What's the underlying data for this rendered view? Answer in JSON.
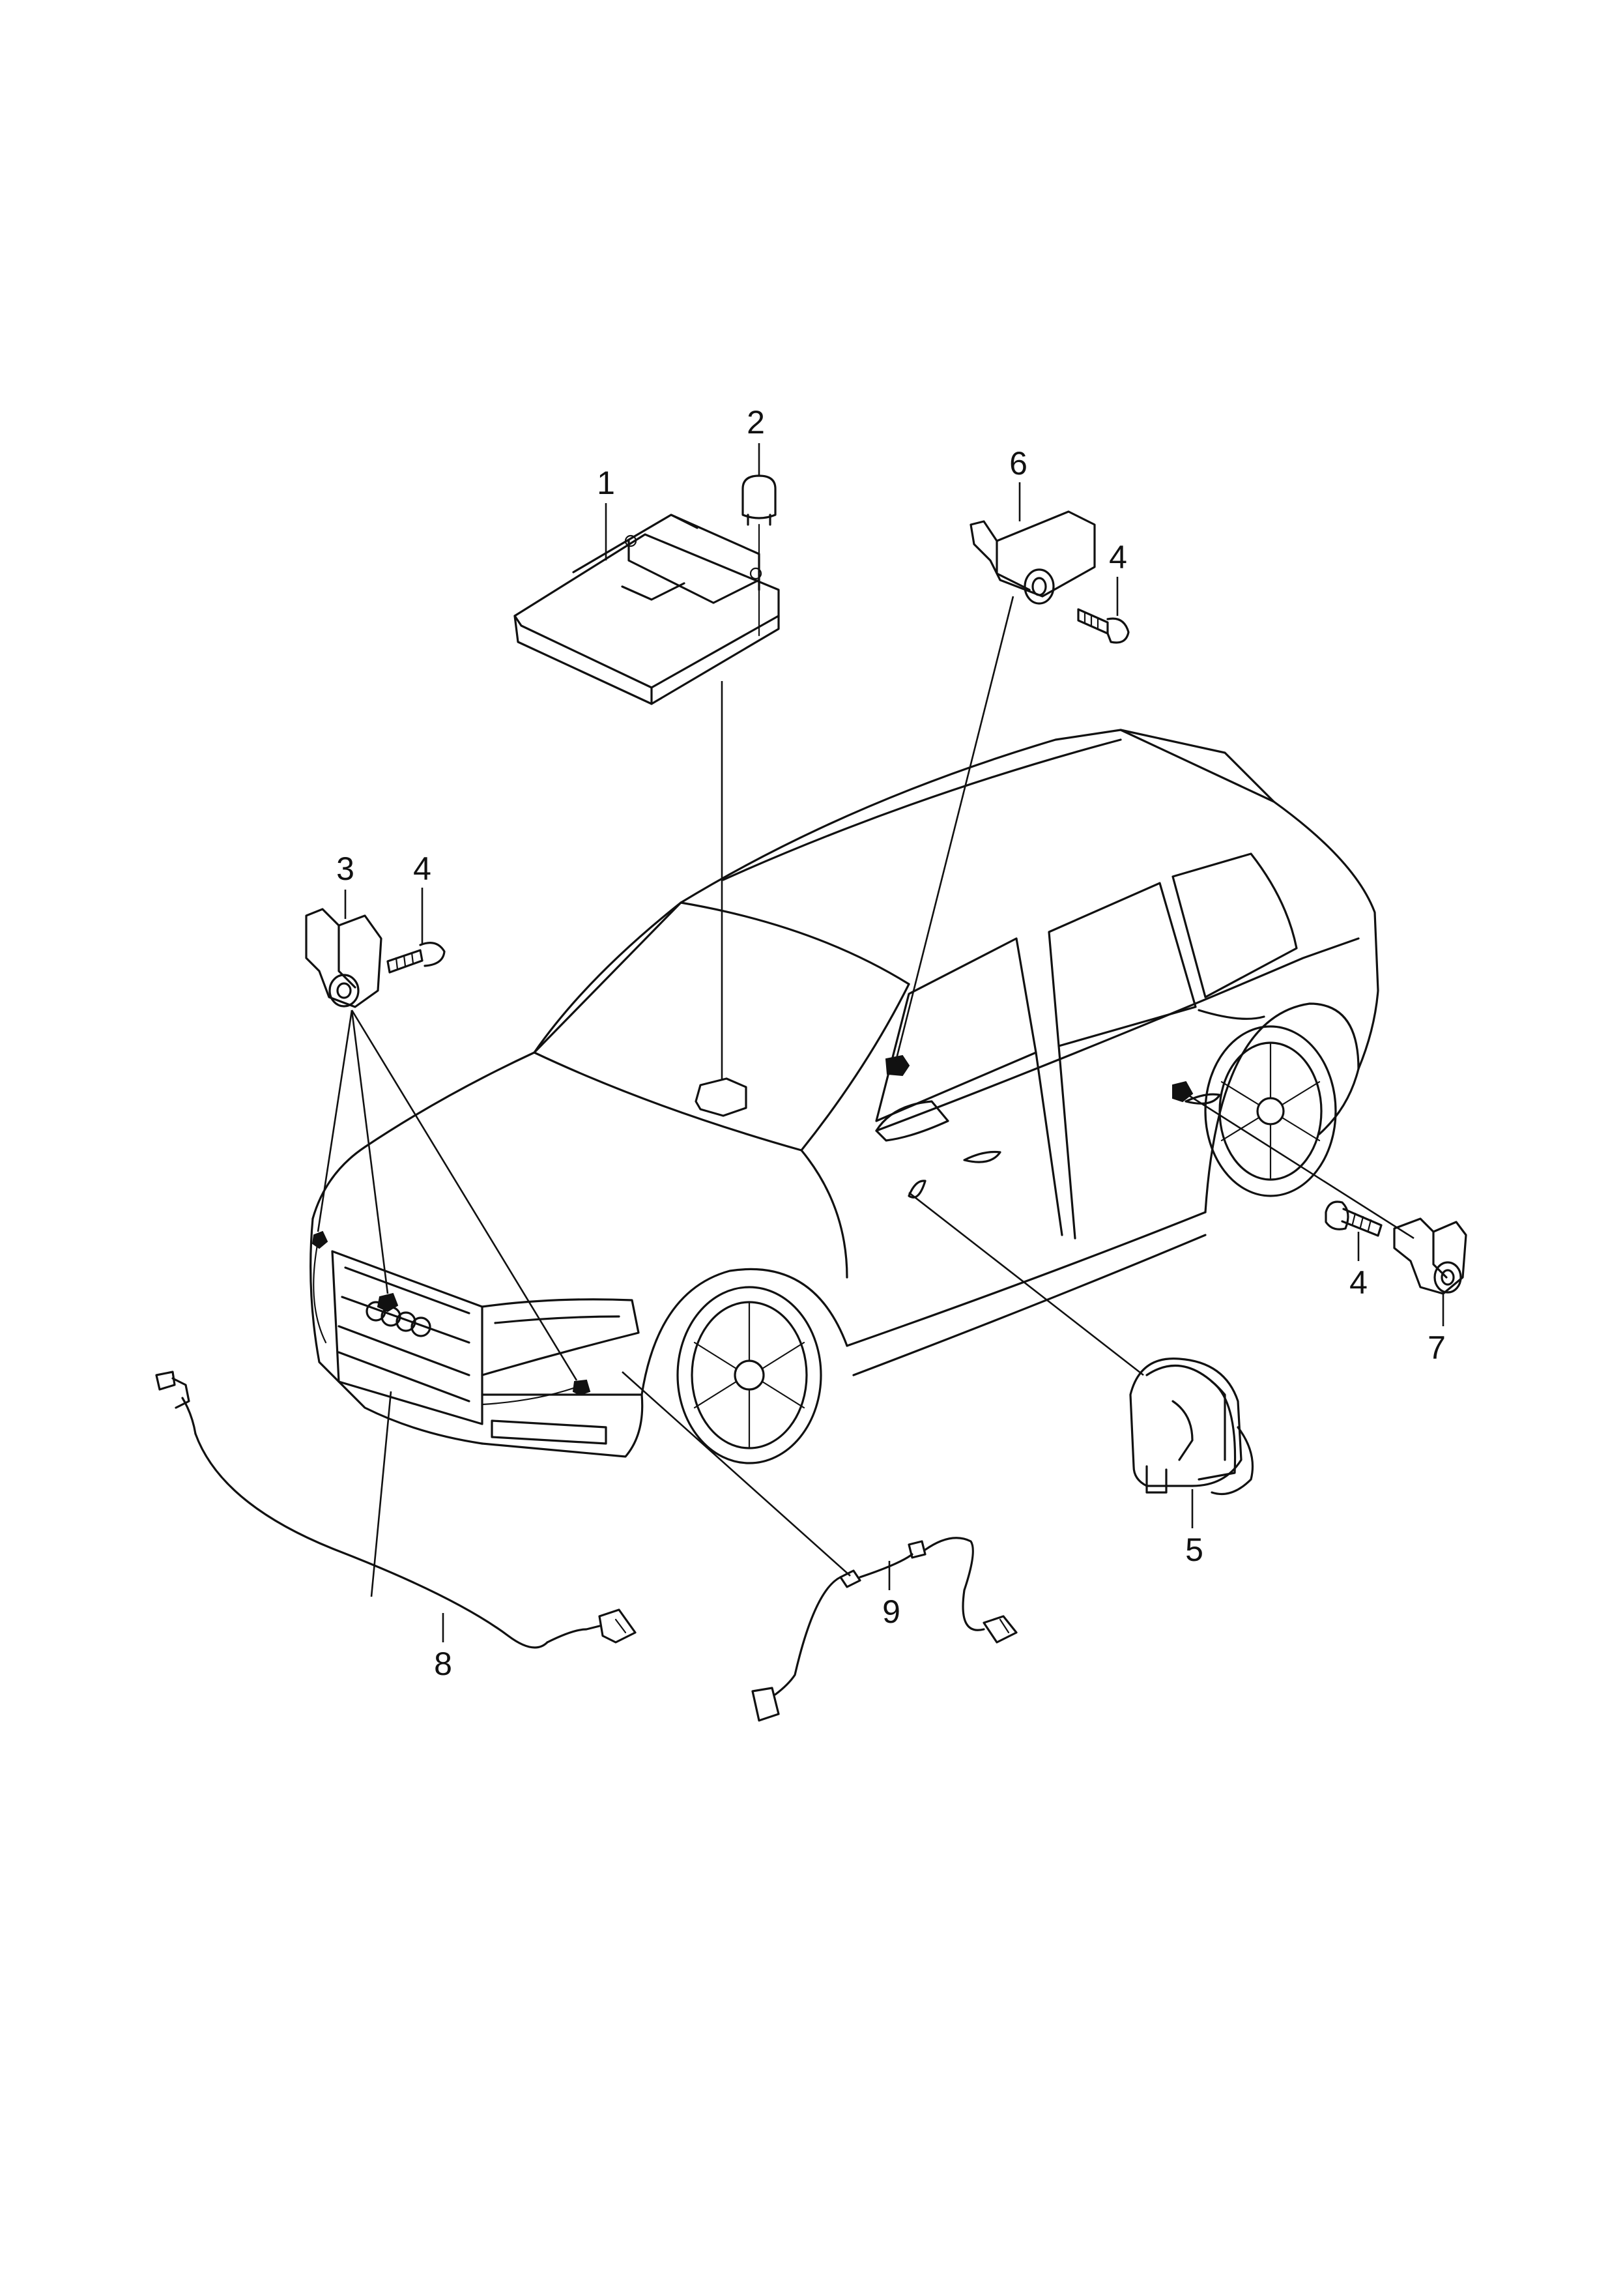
{
  "callouts": {
    "c1": "1",
    "c2": "2",
    "c3": "3",
    "c4a": "4",
    "c4b": "4",
    "c4c": "4",
    "c5": "5",
    "c6": "6",
    "c7": "7",
    "c8": "8",
    "c9": "9"
  },
  "colors": {
    "line": "#111111",
    "background": "#ffffff"
  }
}
